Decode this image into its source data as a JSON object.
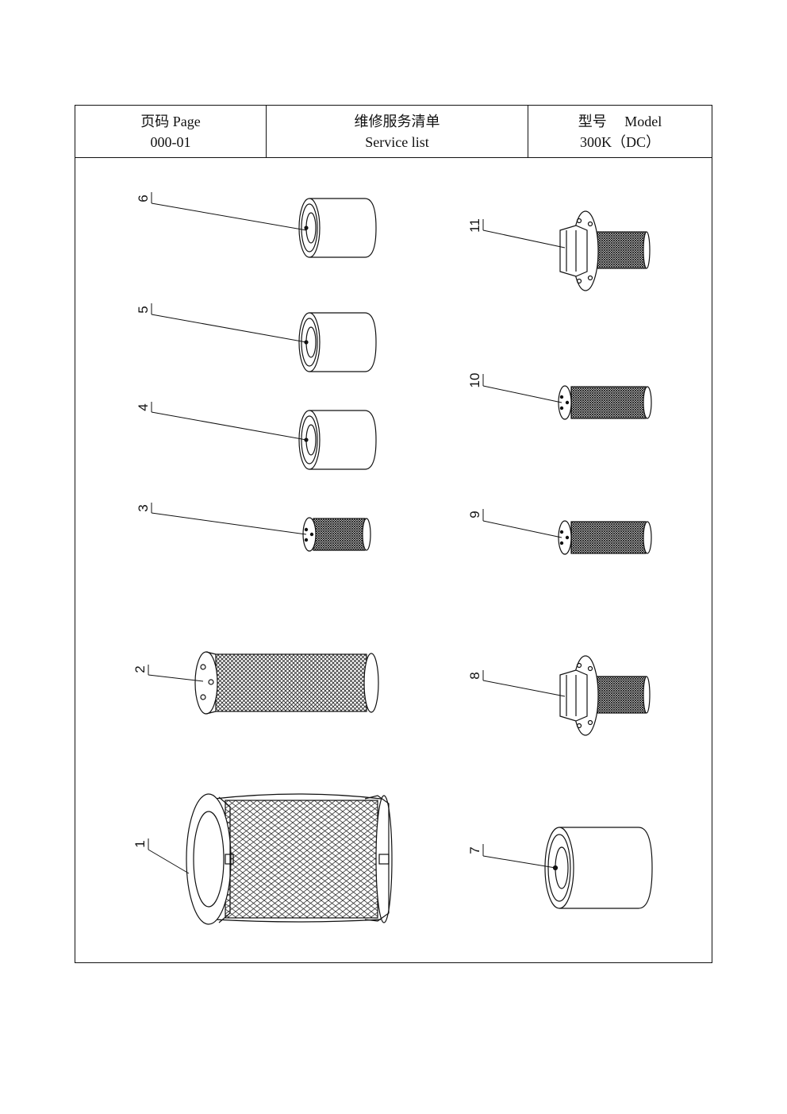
{
  "header": {
    "page_label": "页码 Page",
    "page_value": "000-01",
    "title_cn": "维修服务清单",
    "title_en": "Service list",
    "model_label": "型号　 Model",
    "model_value": "300K（DC）"
  },
  "callouts": [
    "1",
    "2",
    "3",
    "4",
    "5",
    "6",
    "7",
    "8",
    "9",
    "10",
    "11"
  ],
  "colors": {
    "line": "#111111",
    "mesh": "#222222",
    "paper": "#ffffff"
  }
}
